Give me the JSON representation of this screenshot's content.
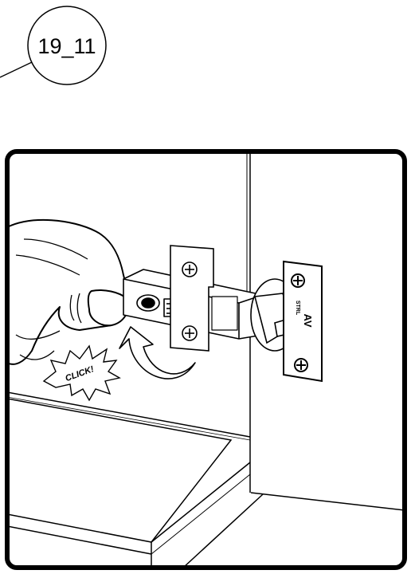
{
  "step": {
    "number": "19_11"
  },
  "illustration": {
    "sound_effect": "CLICK!",
    "hinge_brand": "AV",
    "hinge_brand_sub": "STRL"
  }
}
